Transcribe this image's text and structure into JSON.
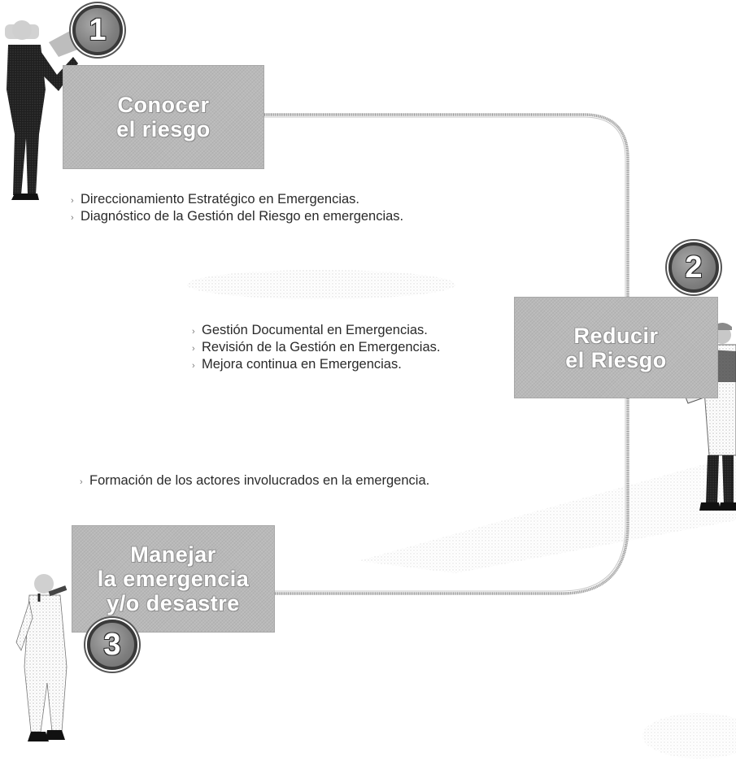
{
  "steps": [
    {
      "number": "1",
      "label": "Conocer\nel riesgo",
      "items": [
        "Direccionamiento Estratégico en Emergencias.",
        "Diagnóstico de la Gestión del Riesgo en emergencias."
      ]
    },
    {
      "number": "2",
      "label": "Reducir\nel Riesgo",
      "items": [
        "Gestión Documental en Emergencias.",
        "Revisión de la Gestión en Emergencias.",
        "Mejora continua en Emergencias."
      ]
    },
    {
      "number": "3",
      "label": "Manejar\nla emergencia\ny/o desastre",
      "items": [
        "Formación de los actores involucrados en la emergencia."
      ]
    }
  ],
  "colors": {
    "box_fill": "#b9b9b9",
    "badge_fill": "#7e7e7e",
    "connector": "#9a9a9a",
    "text": "#2a2a2a",
    "figure_dark": "#2e2e2e",
    "figure_light": "#d8d8d8"
  },
  "icons": [
    "person-with-megaphone",
    "worker-with-clipboard",
    "person-in-white-coat"
  ]
}
